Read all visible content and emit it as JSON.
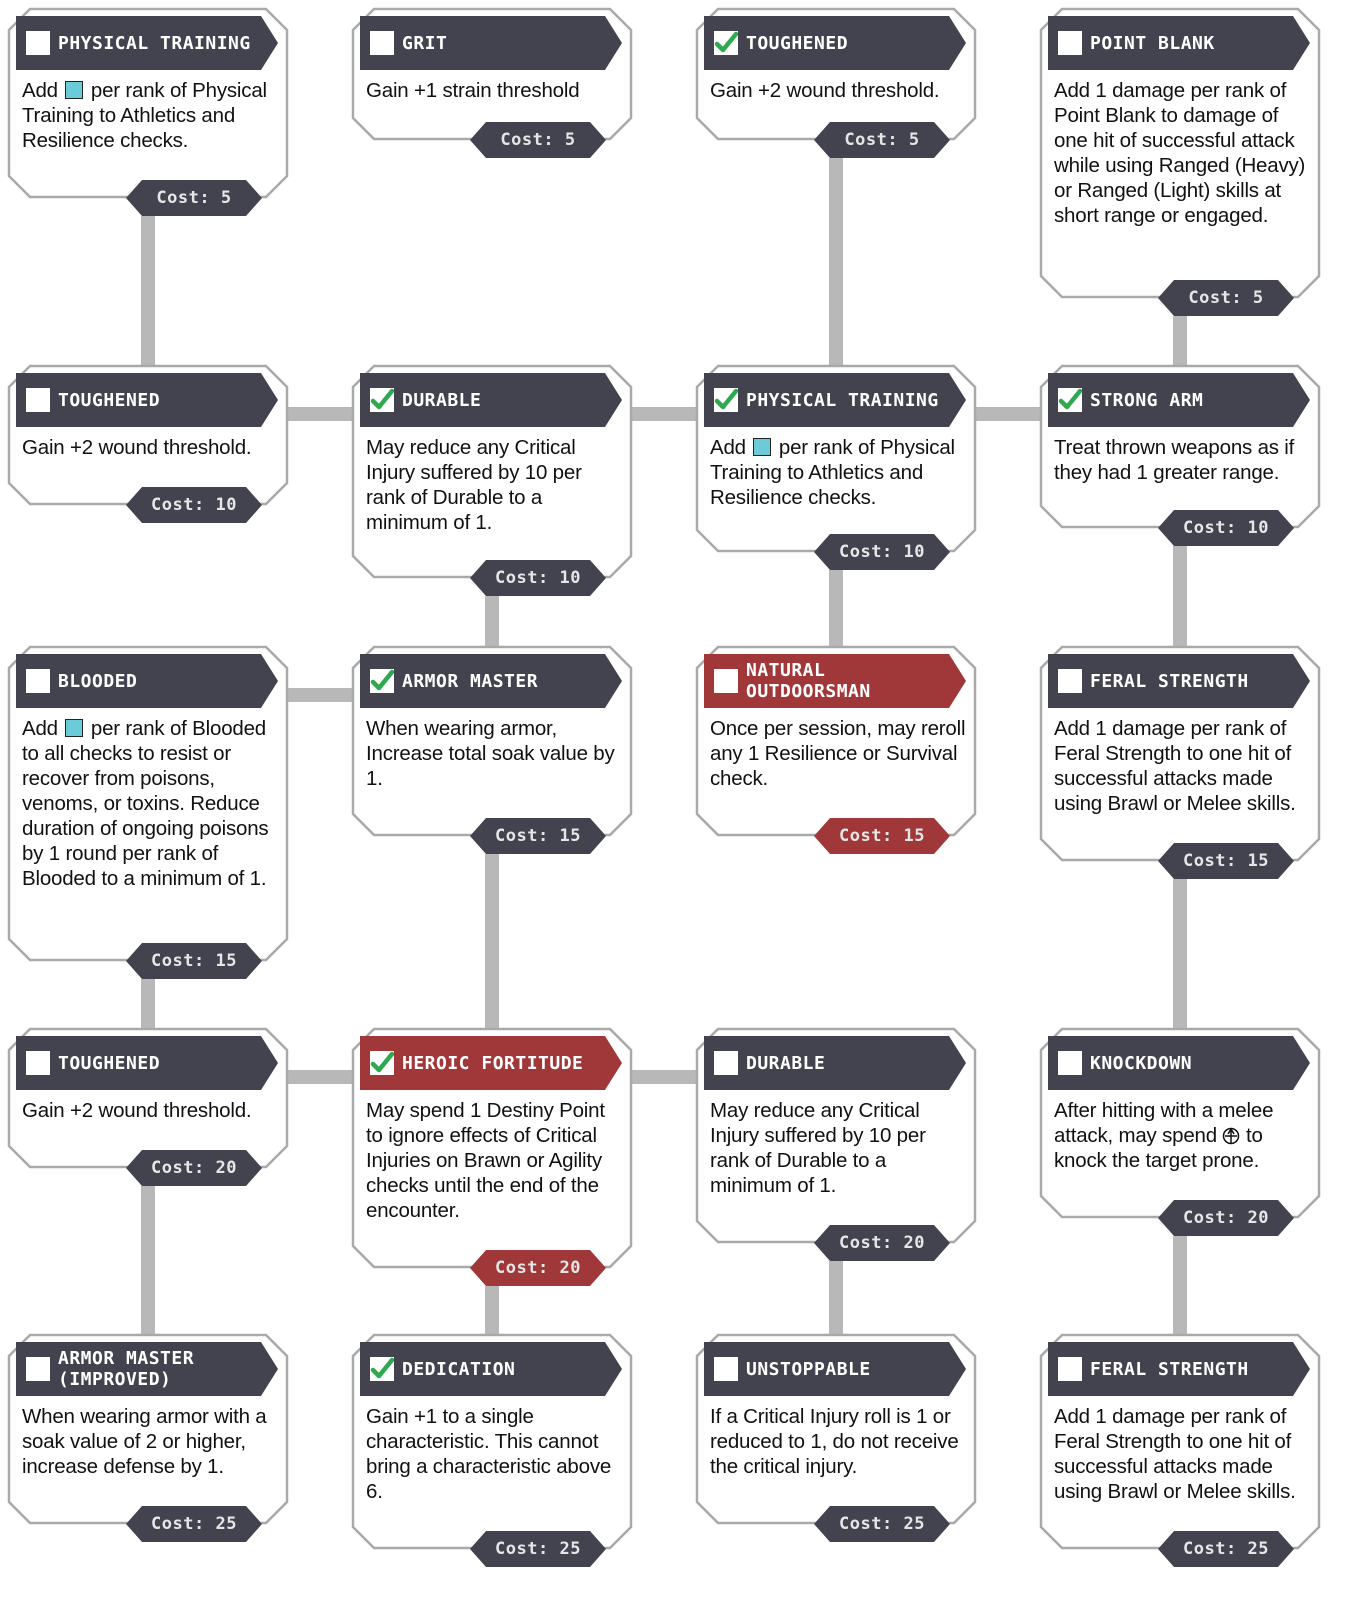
{
  "talent_tree": {
    "cards": [
      {
        "title": "PHYSICAL TRAINING",
        "checked": false,
        "highlight": false,
        "desc": [
          "Add ",
          "{boost}",
          " per rank of Physical Training to Athletics and Resilience checks."
        ],
        "cost": "Cost: 5"
      },
      {
        "title": "GRIT",
        "checked": false,
        "highlight": false,
        "desc": [
          "Gain +1 strain threshold"
        ],
        "cost": "Cost: 5"
      },
      {
        "title": "TOUGHENED",
        "checked": true,
        "highlight": false,
        "desc": [
          "Gain +2 wound threshold."
        ],
        "cost": "Cost: 5"
      },
      {
        "title": "POINT BLANK",
        "checked": false,
        "highlight": false,
        "desc": [
          "Add 1 damage per rank of Point Blank to damage of one hit of successful attack while using Ranged (Heavy) or Ranged (Light) skills at short range or engaged."
        ],
        "cost": "Cost: 5"
      },
      {
        "title": "TOUGHENED",
        "checked": false,
        "highlight": false,
        "desc": [
          "Gain +2 wound threshold."
        ],
        "cost": "Cost: 10"
      },
      {
        "title": "DURABLE",
        "checked": true,
        "highlight": false,
        "desc": [
          "May reduce any Critical Injury suffered by 10 per rank of Durable to a minimum of 1."
        ],
        "cost": "Cost: 10"
      },
      {
        "title": "PHYSICAL TRAINING",
        "checked": true,
        "highlight": false,
        "desc": [
          "Add ",
          "{boost}",
          " per rank of Physical Training to Athletics and Resilience checks."
        ],
        "cost": "Cost: 10"
      },
      {
        "title": "STRONG ARM",
        "checked": true,
        "highlight": false,
        "desc": [
          "Treat thrown weapons as if they had 1 greater range."
        ],
        "cost": "Cost: 10"
      },
      {
        "title": "BLOODED",
        "checked": false,
        "highlight": false,
        "desc": [
          "Add ",
          "{boost}",
          " per rank of Blooded to all checks to resist or recover from poisons, venoms, or toxins. Reduce duration of ongoing poisons by 1 round per rank of Blooded to a minimum of 1."
        ],
        "cost": "Cost: 15"
      },
      {
        "title": "ARMOR MASTER",
        "checked": true,
        "highlight": false,
        "desc": [
          "When wearing armor, Increase total soak value by 1."
        ],
        "cost": "Cost: 15"
      },
      {
        "title": "NATURAL OUTDOORSMAN",
        "checked": false,
        "highlight": true,
        "desc": [
          "Once per session, may reroll any 1 Resilience or Survival check."
        ],
        "cost": "Cost: 15"
      },
      {
        "title": "FERAL STRENGTH",
        "checked": false,
        "highlight": false,
        "desc": [
          "Add 1 damage per rank of Feral Strength to one hit of successful attacks made using Brawl or Melee skills."
        ],
        "cost": "Cost: 15"
      },
      {
        "title": "TOUGHENED",
        "checked": false,
        "highlight": false,
        "desc": [
          "Gain +2 wound threshold."
        ],
        "cost": "Cost: 20"
      },
      {
        "title": "HEROIC FORTITUDE",
        "checked": true,
        "highlight": true,
        "desc": [
          "May spend 1 Destiny Point to ignore effects of Critical Injuries on Brawn or Agility checks until the end of the encounter."
        ],
        "cost": "Cost: 20"
      },
      {
        "title": "DURABLE",
        "checked": false,
        "highlight": false,
        "desc": [
          "May reduce any Critical Injury suffered by 10 per rank of Durable to a minimum of 1."
        ],
        "cost": "Cost: 20"
      },
      {
        "title": "KNOCKDOWN",
        "checked": false,
        "highlight": false,
        "desc": [
          "After hitting with a melee attack, may spend ",
          "{advantage}",
          " to knock the target prone."
        ],
        "cost": "Cost: 20"
      },
      {
        "title": "ARMOR MASTER (IMPROVED)",
        "checked": false,
        "highlight": false,
        "desc": [
          "When wearing armor with a soak value of 2 or higher, increase defense by 1."
        ],
        "cost": "Cost: 25"
      },
      {
        "title": "DEDICATION",
        "checked": true,
        "highlight": false,
        "desc": [
          "Gain +1 to a single characteristic. This cannot bring a characteristic above 6."
        ],
        "cost": "Cost: 25"
      },
      {
        "title": "UNSTOPPABLE",
        "checked": false,
        "highlight": false,
        "desc": [
          "If a Critical Injury roll is 1 or reduced to 1, do not receive the critical injury."
        ],
        "cost": "Cost: 25"
      },
      {
        "title": "FERAL STRENGTH",
        "checked": false,
        "highlight": false,
        "desc": [
          "Add 1 damage per rank of Feral Strength to one hit of successful attacks made using Brawl or Melee skills."
        ],
        "cost": "Cost: 25"
      }
    ],
    "connectors": [
      {
        "type": "v",
        "from": 0,
        "to": 4
      },
      {
        "type": "v",
        "from": 2,
        "to": 6
      },
      {
        "type": "v",
        "from": 3,
        "to": 7
      },
      {
        "type": "h",
        "from": 4,
        "to": 5
      },
      {
        "type": "h",
        "from": 5,
        "to": 6
      },
      {
        "type": "h",
        "from": 6,
        "to": 7
      },
      {
        "type": "v",
        "from": 5,
        "to": 9
      },
      {
        "type": "v",
        "from": 6,
        "to": 10
      },
      {
        "type": "v",
        "from": 7,
        "to": 11
      },
      {
        "type": "h",
        "from": 8,
        "to": 9
      },
      {
        "type": "v",
        "from": 8,
        "to": 12
      },
      {
        "type": "v",
        "from": 9,
        "to": 13
      },
      {
        "type": "v",
        "from": 11,
        "to": 15
      },
      {
        "type": "h",
        "from": 12,
        "to": 13
      },
      {
        "type": "h",
        "from": 13,
        "to": 14
      },
      {
        "type": "v",
        "from": 12,
        "to": 16
      },
      {
        "type": "v",
        "from": 13,
        "to": 17
      },
      {
        "type": "v",
        "from": 14,
        "to": 18
      },
      {
        "type": "v",
        "from": 15,
        "to": 19
      }
    ]
  },
  "colors": {
    "header_dark": "#43434f",
    "header_red": "#a0383a",
    "card_border": "#a9a9a9",
    "connector": "#b8b8b8",
    "boost_die": "#6ccbd8",
    "check_green": "#2fa84f"
  },
  "icons": {
    "checked": "checkmark-icon",
    "boost": "boost-die-icon",
    "advantage": "advantage-symbol-icon"
  }
}
